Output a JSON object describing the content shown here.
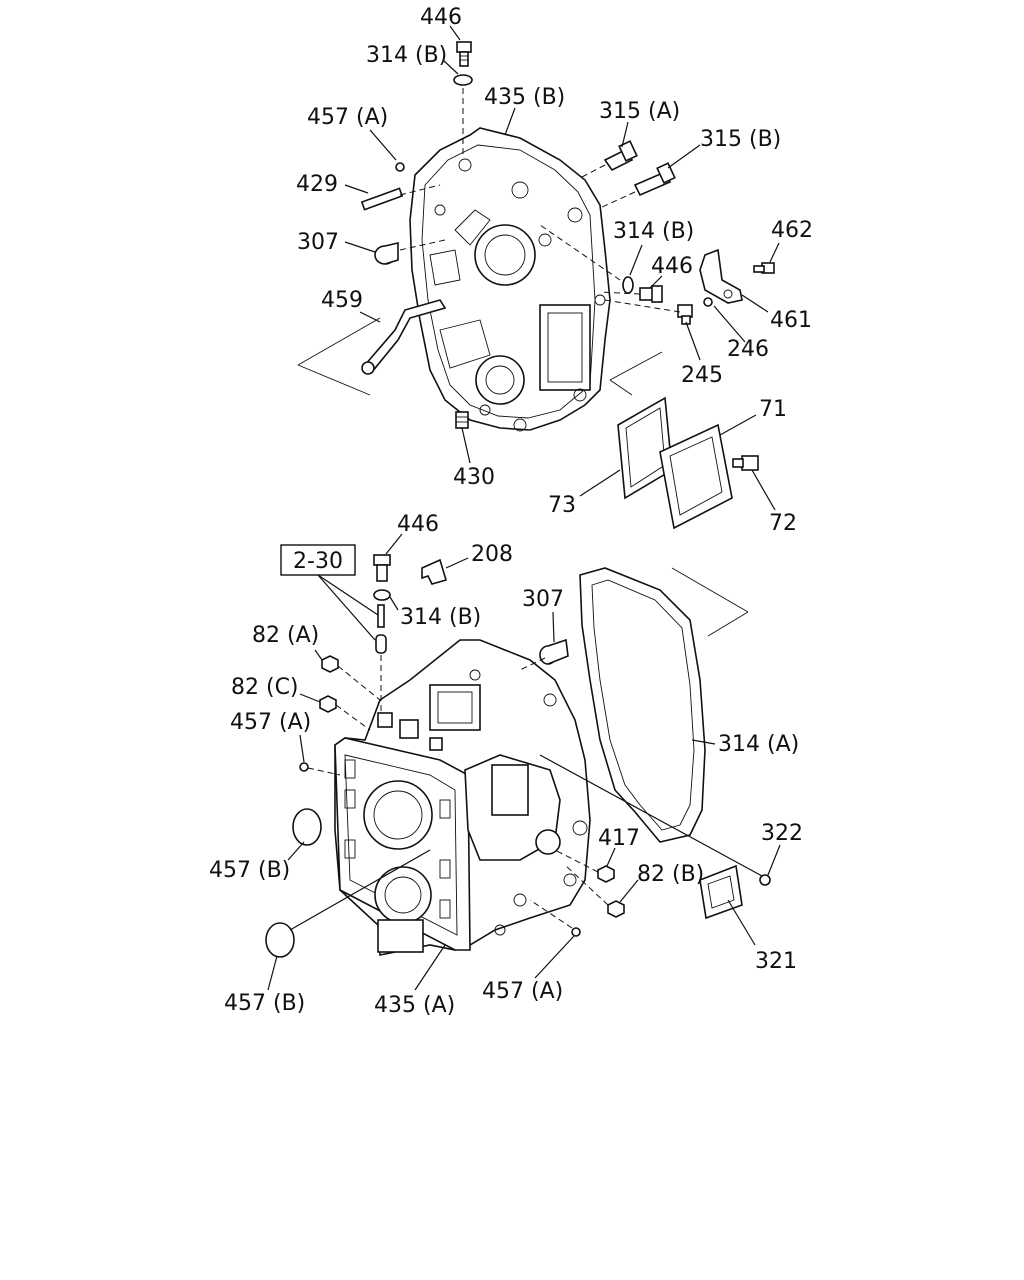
{
  "diagram": {
    "callouts": [
      {
        "id": "c446a",
        "text": "446"
      },
      {
        "id": "c314b_top",
        "text": "314 (B)"
      },
      {
        "id": "c435b",
        "text": "435 (B)"
      },
      {
        "id": "c457a_top",
        "text": "457 (A)"
      },
      {
        "id": "c315a",
        "text": "315 (A)"
      },
      {
        "id": "c315b",
        "text": "315 (B)"
      },
      {
        "id": "c429",
        "text": "429"
      },
      {
        "id": "c307_top",
        "text": "307"
      },
      {
        "id": "c314b_mid",
        "text": "314 (B)"
      },
      {
        "id": "c462",
        "text": "462"
      },
      {
        "id": "c446b",
        "text": "446"
      },
      {
        "id": "c459",
        "text": "459"
      },
      {
        "id": "c461",
        "text": "461"
      },
      {
        "id": "c246",
        "text": "246"
      },
      {
        "id": "c245",
        "text": "245"
      },
      {
        "id": "c71",
        "text": "71"
      },
      {
        "id": "c430",
        "text": "430"
      },
      {
        "id": "c73",
        "text": "73"
      },
      {
        "id": "c72",
        "text": "72"
      },
      {
        "id": "c446c",
        "text": "446"
      },
      {
        "id": "c208",
        "text": "208"
      },
      {
        "id": "c314b_low",
        "text": "314 (B)"
      },
      {
        "id": "c307_low",
        "text": "307"
      },
      {
        "id": "c82a",
        "text": "82 (A)"
      },
      {
        "id": "c82c",
        "text": "82 (C)"
      },
      {
        "id": "c457a_low",
        "text": "457 (A)"
      },
      {
        "id": "c314a",
        "text": "314 (A)"
      },
      {
        "id": "c322",
        "text": "322"
      },
      {
        "id": "c417",
        "text": "417"
      },
      {
        "id": "c457b_mid",
        "text": "457 (B)"
      },
      {
        "id": "c82b",
        "text": "82 (B)"
      },
      {
        "id": "c321",
        "text": "321"
      },
      {
        "id": "c457b_low",
        "text": "457 (B)"
      },
      {
        "id": "c435a",
        "text": "435 (A)"
      },
      {
        "id": "c457a_bot",
        "text": "457 (A)"
      }
    ],
    "ref_box": "2-30"
  }
}
